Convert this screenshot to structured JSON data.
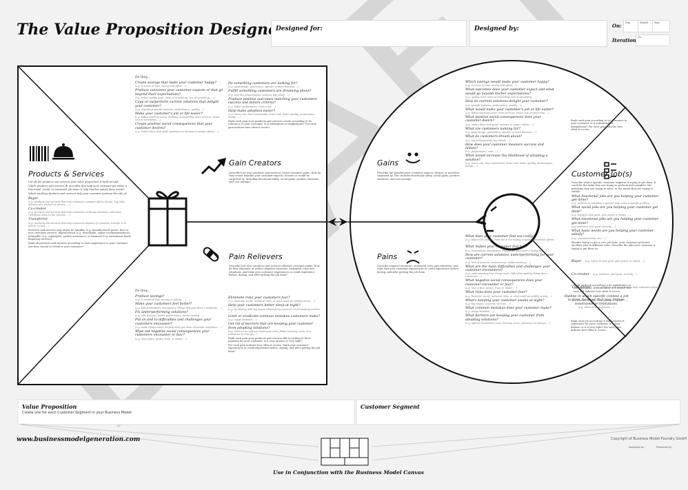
{
  "header": {
    "title": "The Value Proposition Designer",
    "designed_for_label": "Designed for:",
    "designed_by_label": "Designed by:",
    "on_label": "On:",
    "iteration_label": "Iteration:",
    "day_label": "Day",
    "month_label": "Month",
    "year_label": "Year",
    "no_label": "No."
  },
  "square": {
    "products": {
      "title": "Products & Services",
      "desc1": "List all the products and services your value proposition is built around.",
      "desc2": "Which products and services do you offer that help your customer get either a functional, social, or emotional job done or help him/her satisfy basic needs?",
      "desc3": "Which ancillary products and services help your customer perform the role of:",
      "buyer": "Buyer",
      "buyer_sub": "(e.g. products and services that help customers compare offers, decide, buy, take delivery of a product or service, ...)",
      "cocreator": "Co-creator",
      "cocreator_sub": "(e.g. products and services that help customers co-design solutions, otherwise contribute value to the solution, ...)",
      "transferrer": "Transferrer",
      "transferrer_sub": "(e.g. products and services that help customers dispose of a product, transfer it to others, re-sell, ...)",
      "desc4": "Products and services may either be tangible (e.g. manufactured goods, face-to-face customer service), digital/virtual (e.g. downloads, online recommendations), intangible (e.g. copyrights, quality assurance), or financial (e.g. investment funds, financing services).",
      "desc5": "Rank all products and services according to their importance to your customer. Are they crucial or trivial to your customer?"
    },
    "gain_creators": {
      "title": "Gain Creators",
      "desc": "Describe how your products and services create customer gains. How do they create benefits your customer expects, desires or would be surprised by, including functional utility, social gains, positive emotions, and cost savings?",
      "doth": "Do they...",
      "left": [
        {
          "q": "Create savings that make your customer happy?",
          "s": "(e.g. in terms of time, money and effort, ...)"
        },
        {
          "q": "Produce outcomes your customer expects or that go beyond their expectations?",
          "s": "(e.g. better quality level, more of something, less of something, ...)"
        },
        {
          "q": "Copy or outperform current solutions that delight your customer?",
          "s": "(e.g. regarding specific features, performance, quality, ...)"
        },
        {
          "q": "Make your customer's job or life easier?",
          "s": "(e.g. flatter learning curve, usability, accessibility, more services, lower cost of ownership, ...)"
        },
        {
          "q": "Create positive social consequences that your customer desires?",
          "s": "(e.g. makes them look good, produces an increase in power, status, ...)"
        }
      ],
      "right": [
        {
          "q": "Do something customers are looking for?",
          "s": "(e.g. good design, guarantees, specific or more features, ...)"
        },
        {
          "q": "Fulfill something customers are dreaming about?",
          "s": "(e.g. help big achievements, produce big reliefs, ...)"
        },
        {
          "q": "Produce positive outcomes matching your customers success and failure criteria?",
          "s": "(e.g. better performance, lower cost, ...)"
        },
        {
          "q": "Help make adoption easier?",
          "s": "(e.g. lower cost, less investments, lower risk, better quality, performance, design, ...)"
        }
      ],
      "rank": "Rank each gain your products and services create according to its relevance to your customer. Is it substantial or insignificant? For each gain indicate how often it occurs."
    },
    "pain_relievers": {
      "title": "Pain Relievers",
      "desc": "Describe how your products and services alleviate customer pains. How do they eliminate or reduce negative emotions, undesired costs and situations, and risks your customer experiences or could experience before, during, and after getting the job done?",
      "doth": "Do they...",
      "left": [
        {
          "q": "Produce savings?",
          "s": "(e.g. in terms of time, money, or efforts, ...)"
        },
        {
          "q": "Make your customers feel better?",
          "s": "(e.g. kills frustrations, annoyances, things that give them a headache, ...)"
        },
        {
          "q": "Fix underperforming solutions?",
          "s": "(e.g. new features, better performance, better quality, ...)"
        },
        {
          "q": "Put an end to difficulties and challenges your customers encounter?",
          "s": "(e.g. make things easier, helping them get done, eliminate resistance, ...)"
        },
        {
          "q": "Wipe out negative social consequences your customers encounter or fear?",
          "s": "(e.g. loss of face, power, trust, or status, ...)"
        }
      ],
      "right": [
        {
          "q": "Eliminate risks your customers fear?",
          "s": "(e.g. financial, social, technical risks, or what could go awfully wrong, ...)"
        },
        {
          "q": "Help your customers better sleep at night?",
          "s": "(e.g. by helping with big issues, diminishing concerns, or eliminating worries, ...)"
        },
        {
          "q": "Limit or eradicate common mistakes customers make?",
          "s": "(e.g. usage mistakes, ...)"
        },
        {
          "q": "Get rid of barriers that are keeping your customer from adopting solutions?",
          "s": "(e.g. lower or no upfront investment costs, flatter learning curve, less resistance to change, ...)"
        }
      ],
      "rank": "Rank each pain your products and services kill according to their intensity for your customer. Is it very intense or very light?",
      "rank2": "For each pain indicate how often it occurs. Rank your customer experiences or could experience before, during, and after getting the job done?"
    }
  },
  "circle": {
    "gains": {
      "title": "Gains",
      "desc": "Describe the benefits your customer expects, desires or would be surprised by. This includes functional utility, social gains, positive emotions, and cost savings.",
      "questions": [
        {
          "q": "Which savings would make your customer happy?",
          "s": "(e.g. in terms of time, money and effort, ...)"
        },
        {
          "q": "What outcomes does your customer expect and what would go beyond his/her expectations?",
          "s": "(e.g. quality level, more of something, less of something, ...)"
        },
        {
          "q": "How do current solutions delight your customer?",
          "s": "(e.g. specific features, performance, quality, ...)"
        },
        {
          "q": "What would make your customer's job or life easier?",
          "s": "(e.g. flatter learning curve, more services, lower cost of ownership, ...)"
        },
        {
          "q": "What positive social consequences does your customer desire?",
          "s": "(e.g. makes them look good, increase in power, status, ...)"
        },
        {
          "q": "What are customers looking for?",
          "s": "(e.g. good design, guarantees, specific or more features, ...)"
        },
        {
          "q": "What do customers dream about?",
          "s": "(e.g. big achievements, big reliefs, ...)"
        },
        {
          "q": "How does your customer measure success and failure?",
          "s": "(e.g. performance, cost, ...)"
        },
        {
          "q": "What would increase the likelihood of adopting a solution?",
          "s": "(e.g. lower cost, less investments, lower risk, better quality, performance, design, ...)"
        }
      ],
      "rank": "Rank each gain according to its relevance to your customer. Is it substantial or insignificant? For each gain indicate how often it occurs."
    },
    "pains": {
      "title": "Pains",
      "desc": "Describe negative emotions, undesired costs and situations, and risks that your customer experiences or could experience before, during, and after getting the job done.",
      "questions": [
        {
          "q": "What does your customer find too costly?",
          "s": "(e.g. takes a lot of time, costs too much money, requires substantial efforts, ...)"
        },
        {
          "q": "What makes your customer feel bad?",
          "s": "(e.g. frustrations, annoyances, things that give them a headache, ...)"
        },
        {
          "q": "How are current solutions underperforming for your customer?",
          "s": "(e.g. lack of features, performance, malfunctioning, ...)"
        },
        {
          "q": "What are the main difficulties and challenges your customer encounters?",
          "s": "(e.g. understanding how things work, difficulties getting things done, resistance, ...)"
        },
        {
          "q": "What negative social consequences does your customer encounter or fear?",
          "s": "(e.g. loss of face, power, trust, or status, ...)"
        },
        {
          "q": "What risks does your customer fear?",
          "s": "(e.g. financial, social, technical risks, or what could go awfully wrong, ...)"
        },
        {
          "q": "What's keeping your customer awake at night?",
          "s": "(e.g. big issues, concerns, worries, ...)"
        },
        {
          "q": "What common mistakes does your customer make?",
          "s": "(e.g. usage mistakes, ...)"
        },
        {
          "q": "What barriers are keeping your customer from adopting solutions?",
          "s": "(e.g. upfront investment costs, learning curve, resistance to change, ...)"
        }
      ],
      "rank": "Rank each pain according to the intensity it represents for your customer. Is it very intense or very light? For each pain indicate how often it occurs."
    },
    "jobs": {
      "title": "Customer Job(s)",
      "desc1": "Describe what a specific customer segment is trying to get done. It could be the tasks they are trying to perform and complete, the problems they are trying to solve, or the needs they are trying to satisfy.",
      "questions": [
        {
          "q": "What functional jobs are you helping your customer get done?",
          "s": "(e.g. perform or complete a specific task, solve a specific problem, ...)"
        },
        {
          "q": "What social jobs are you helping your customer get done?",
          "s": "(e.g. trying to look good, gain power or status, ...)"
        },
        {
          "q": "What emotional jobs are you helping your customer get done?",
          "s": "(e.g. esthetics, feel good, security, ...)"
        },
        {
          "q": "What basic needs are you helping your customer satisfy?",
          "s": "(e.g. communication, sex, ...)"
        }
      ],
      "desc2": "Besides trying to get a core job done, your customer performs ancillary jobs in different roles. Describe the jobs your customer is trying to get done as:",
      "buyer": "Buyer",
      "buyer_sub": "(e.g. trying to look good, gain power, or status, ...)",
      "cocreator": "Co-creator",
      "cocreator_sub": "(e.g. esthetics, feel good, security, ...)",
      "transferrer": "Transferrer",
      "transferrer_sub": "(e.g. products and services that help customers dispose of a product, transfer it to others, or re-sell, ...)",
      "rank1": "Rank each job according to its significance to your customer. Is it crucial or is it trivial? For each job indicate how often it occurs.",
      "outline": "Outline in which specific context a job is done, because that may impose constraints or limitations.",
      "outline_sub": "(e.g. while driving, outside, ...)",
      "rank2": "Rank each job according to the intensity it represents for your customer. Is it very intense or is it very light? For each pain indicate how often it occurs."
    }
  },
  "bottom": {
    "vp_label": "Value Proposition",
    "vp_sub": "Create one for each Customer Segment in your Business Model",
    "cs_label": "Customer Segment",
    "url": "www.businessmodelgeneration.com",
    "canvas_note": "Use in Conjunction with the Business Model Canvas",
    "copyright": "Copyright of Business Model Foundry GmbH",
    "designed_by_label": "Designed by:",
    "produced_by_label": "Produced by:"
  },
  "watermark": "DRAFT",
  "colors": {
    "background": "#f2f2f2",
    "watermark": "#dcdcdc",
    "line": "#111111"
  }
}
